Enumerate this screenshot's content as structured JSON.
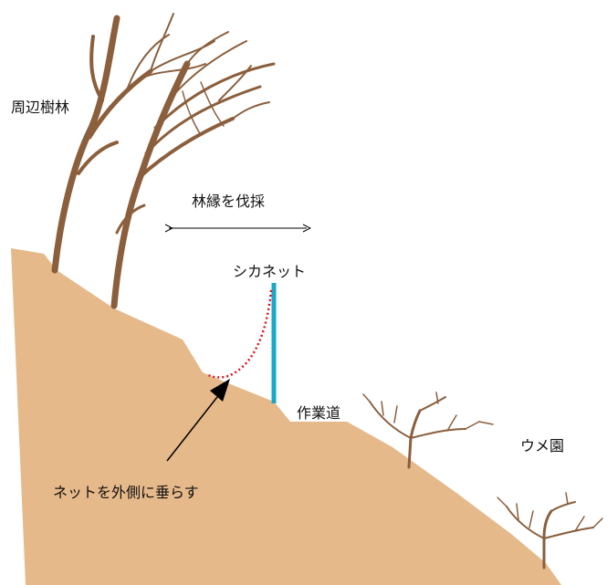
{
  "labels": {
    "surrounding_forest": "周辺樹林",
    "forest_edge_cutting": "林縁を伐採",
    "deer_net": "シカネット",
    "work_road": "作業道",
    "plum_orchard": "ウメ園",
    "net_instruction": "ネットを外側に垂らす"
  },
  "colors": {
    "ground": "#E6B98A",
    "tree": "#8B5E3C",
    "net_pole": "#1AA7C9",
    "net_hang": "#D8141B",
    "arrow": "#000000",
    "text": "#111111"
  },
  "icons": {
    "double_arrow": "left-right-arrow-icon",
    "pointer_arrow": "arrow-up-right-icon"
  }
}
